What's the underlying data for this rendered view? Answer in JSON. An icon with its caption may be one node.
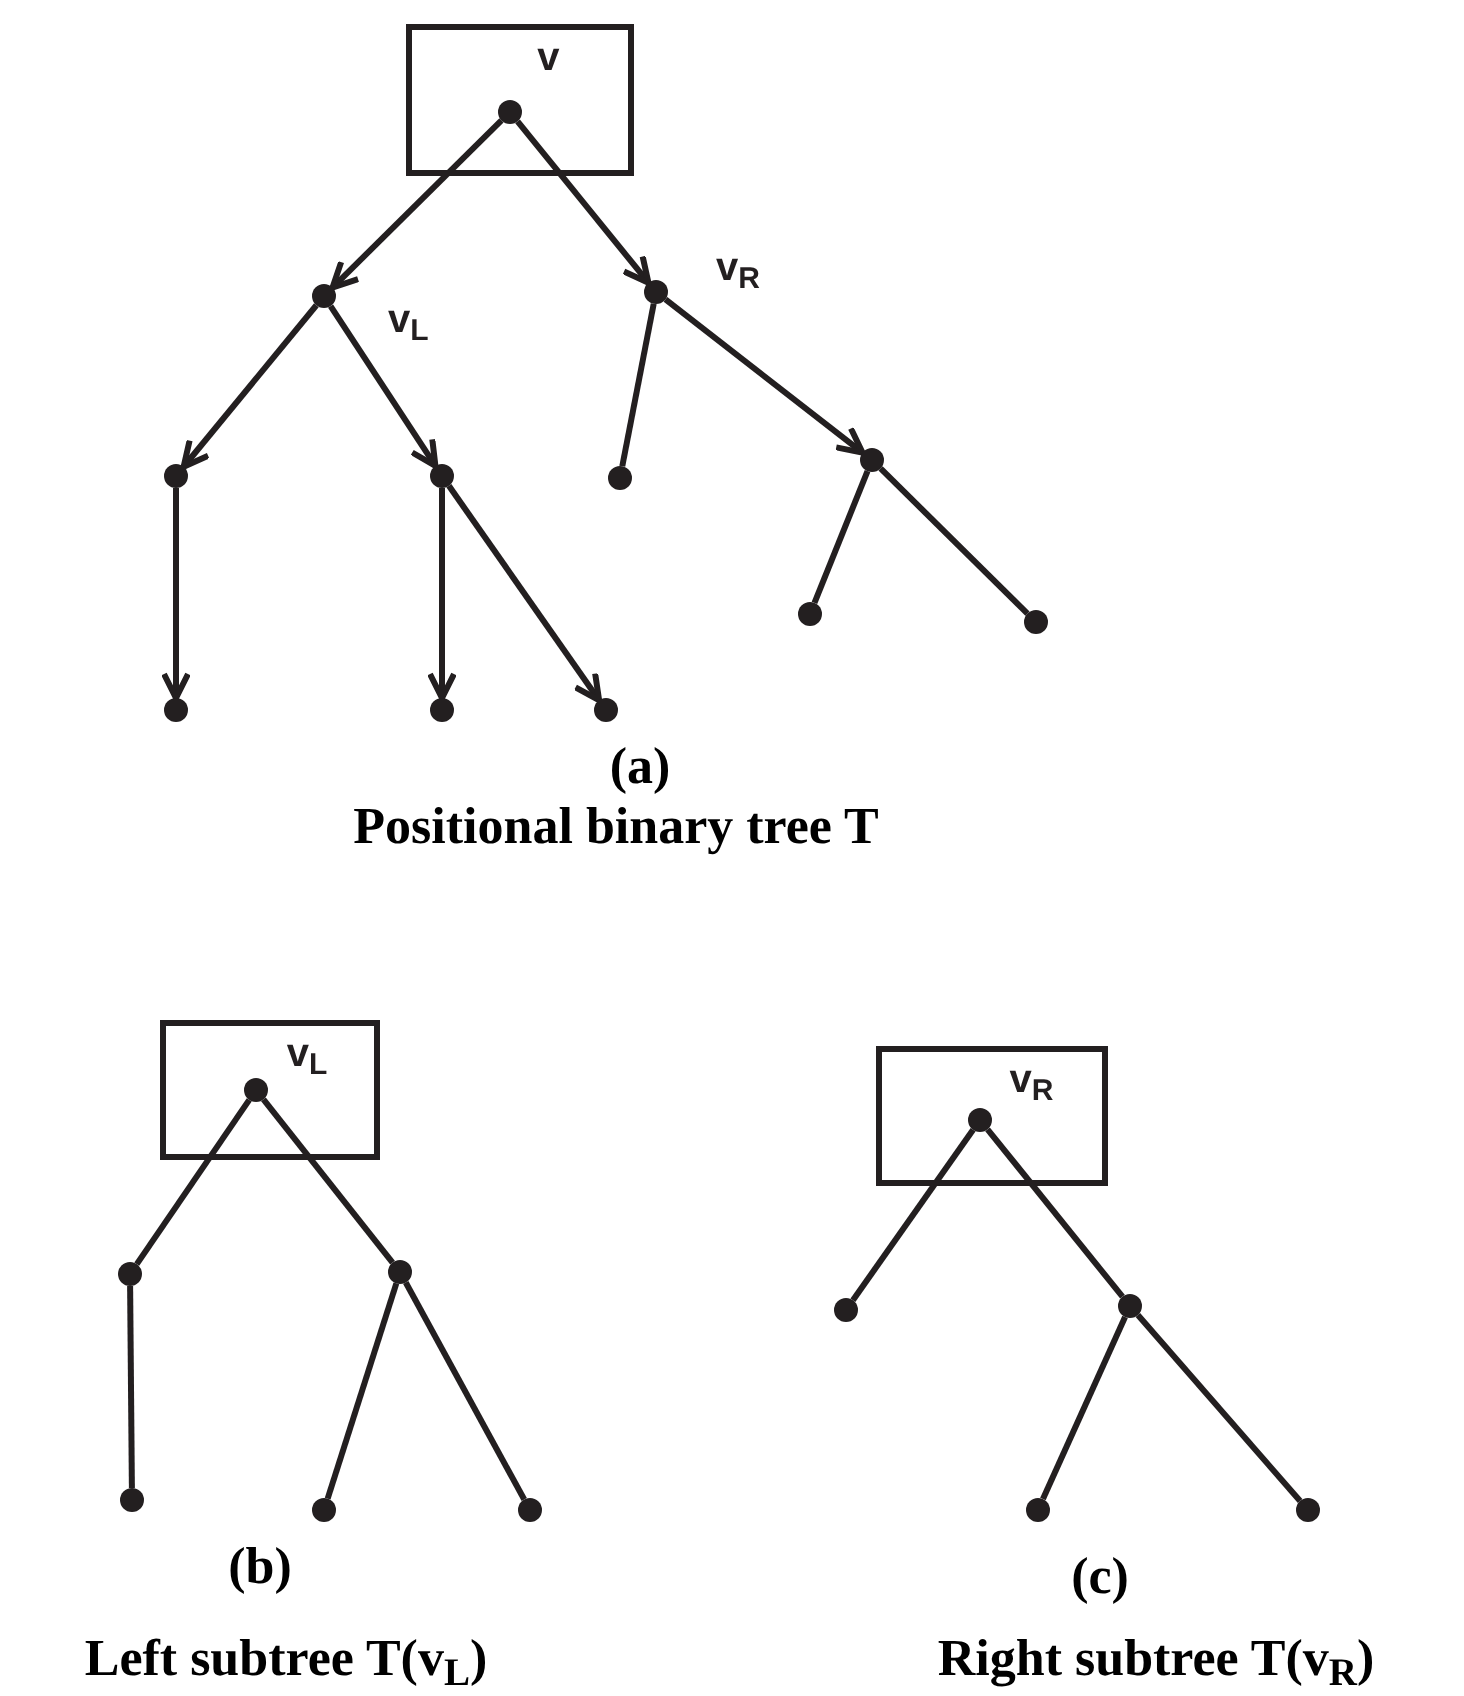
{
  "diagram": {
    "nodes": [
      {
        "text": [
          "v"
        ]
      },
      {
        "text": [],
        "shape": "circle",
        "in": 0
      },
      {
        "text": [],
        "shape": "circle",
        "beside": [
          "v$_{L}$"
        ]
      },
      {
        "text": [],
        "shape": "circle",
        "beside": [
          "v$_{R}$"
        ]
      },
      {
        "text": [],
        "shape": "circle"
      },
      {
        "text": [],
        "shape": "circle"
      },
      {
        "text": [],
        "shape": "circle"
      },
      {
        "text": [],
        "shape": "circle"
      },
      {
        "text": [],
        "shape": "circle"
      },
      {
        "text": [],
        "shape": "circle"
      },
      {
        "text": [],
        "shape": "circle"
      },
      {
        "text": [],
        "shape": "circle"
      },
      {
        "text": [],
        "shape": "circle"
      },
      {
        "text": [
          "v$_{L}$"
        ]
      },
      {
        "text": [],
        "shape": "circle",
        "in": 13
      },
      {
        "text": [],
        "shape": "circle"
      },
      {
        "text": [],
        "shape": "circle"
      },
      {
        "text": [],
        "shape": "circle"
      },
      {
        "text": [],
        "shape": "circle"
      },
      {
        "text": [],
        "shape": "circle"
      },
      {
        "text": [
          "v$_{R}$"
        ]
      },
      {
        "text": [],
        "shape": "circle",
        "in": 20
      },
      {
        "text": [],
        "shape": "circle"
      },
      {
        "text": [],
        "shape": "circle"
      },
      {
        "text": [],
        "shape": "circle"
      },
      {
        "text": [],
        "shape": "circle"
      }
    ],
    "edges": [
      {
        "from": 1,
        "to": 2,
        "arrow": "to"
      },
      {
        "from": 1,
        "to": 3,
        "arrow": "to"
      },
      {
        "from": 2,
        "to": 4,
        "arrow": "to"
      },
      {
        "from": 2,
        "to": 5,
        "arrow": "to"
      },
      {
        "from": 3,
        "to": 6,
        "arrow": "none"
      },
      {
        "from": 3,
        "to": 7,
        "arrow": "to"
      },
      {
        "from": 4,
        "to": 8,
        "arrow": "to"
      },
      {
        "from": 5,
        "to": 9,
        "arrow": "to"
      },
      {
        "from": 5,
        "to": 10,
        "arrow": "to"
      },
      {
        "from": 7,
        "to": 11,
        "arrow": "none"
      },
      {
        "from": 7,
        "to": 12,
        "arrow": "none"
      },
      {
        "from": 14,
        "to": 15,
        "arrow": "none"
      },
      {
        "from": 14,
        "to": 16,
        "arrow": "none"
      },
      {
        "from": 15,
        "to": 17,
        "arrow": "none"
      },
      {
        "from": 16,
        "to": 18,
        "arrow": "none"
      },
      {
        "from": 16,
        "to": 19,
        "arrow": "none"
      },
      {
        "from": 21,
        "to": 22,
        "arrow": "none"
      },
      {
        "from": 21,
        "to": 23,
        "arrow": "none"
      },
      {
        "from": 23,
        "to": 24,
        "arrow": "none"
      },
      {
        "from": 23,
        "to": 25,
        "arrow": "none"
      }
    ],
    "labels": [
      "(a)",
      "Positional binary tree T",
      "(b)",
      "Left subtree T(v$_{L}$)",
      "(c)",
      "Right subtree T(v$_{R}$)"
    ]
  }
}
